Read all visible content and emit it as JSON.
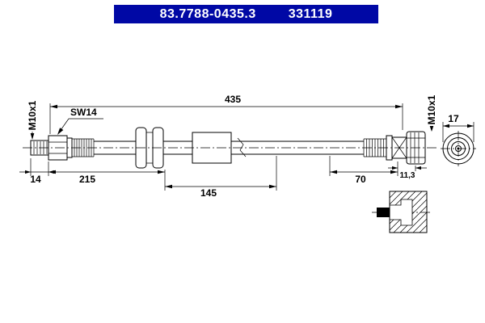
{
  "header": {
    "part_number": "83.7788-0435.3",
    "reference_number": "331119",
    "background_color": "#0008a5",
    "text_color": "#ffffff"
  },
  "drawing": {
    "line_color": "#000000",
    "background_color": "#ffffff",
    "labels": {
      "wrench_size": "SW14",
      "thread_left": "M10x1",
      "thread_right": "M10x1"
    },
    "dimensions": {
      "overall_length": "435",
      "left_end_length": "14",
      "left_section": "215",
      "middle_section": "145",
      "right_section": "70",
      "right_end_length": "11,3",
      "end_view_diameter": "17"
    }
  }
}
